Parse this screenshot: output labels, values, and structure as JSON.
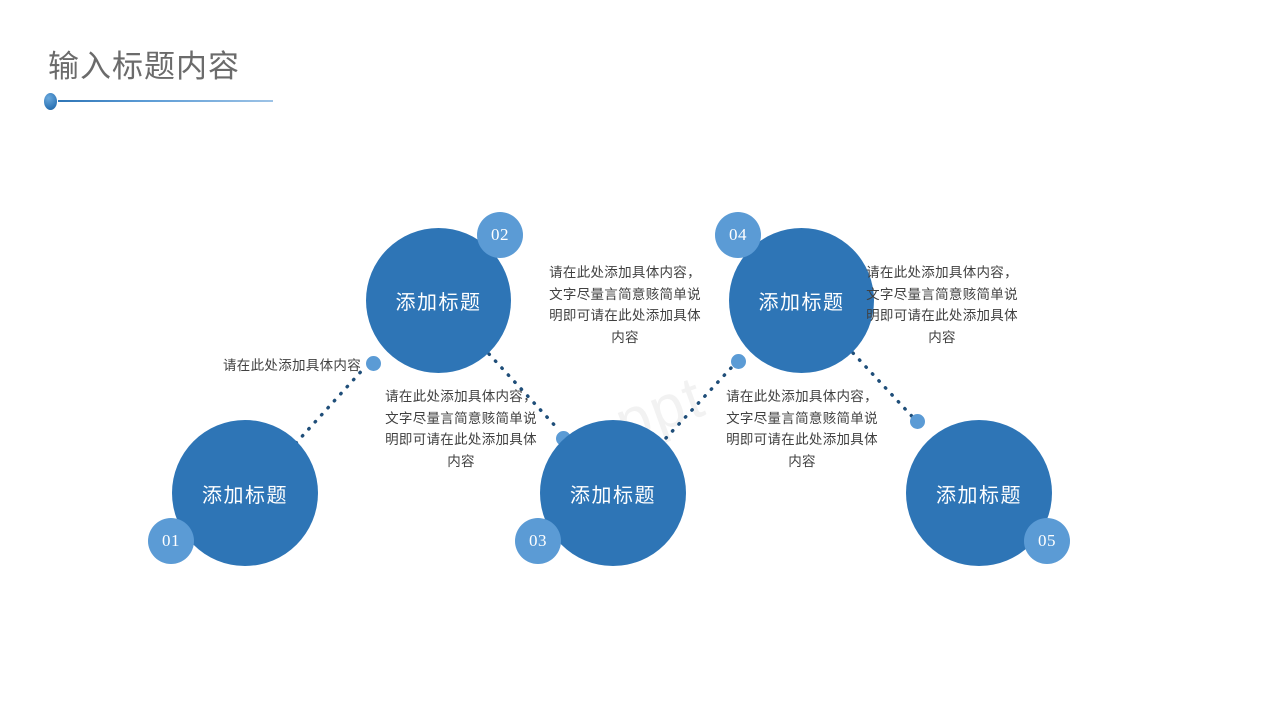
{
  "header": {
    "title": "输入标题内容"
  },
  "theme": {
    "primary": "#2E75B6",
    "secondary": "#5B9BD5",
    "text": "#404040",
    "title_text": "#6b6b6b"
  },
  "watermark": {
    "text": "ppt"
  },
  "nodes": [
    {
      "id": "01",
      "number": "01",
      "label": "添加标题"
    },
    {
      "id": "02",
      "number": "02",
      "label": "添加标题"
    },
    {
      "id": "03",
      "number": "03",
      "label": "添加标题"
    },
    {
      "id": "04",
      "number": "04",
      "label": "添加标题"
    },
    {
      "id": "05",
      "number": "05",
      "label": "添加标题"
    }
  ],
  "descriptions": [
    {
      "id": "desc-01",
      "text": "请在此处添加具体内容"
    },
    {
      "id": "desc-02",
      "text": "请在此处添加具体内容，文字尽量言简意赅简单说明即可请在此处添加具体内容"
    },
    {
      "id": "desc-03",
      "text": "请在此处添加具体内容，文字尽量言简意赅简单说明即可请在此处添加具体内容"
    },
    {
      "id": "desc-04",
      "text": "请在此处添加具体内容，文字尽量言简意赅简单说明即可请在此处添加具体内容"
    },
    {
      "id": "desc-05",
      "text": "请在此处添加具体内容，文字尽量言简意赅简单说明即可请在此处添加具体内容"
    }
  ]
}
